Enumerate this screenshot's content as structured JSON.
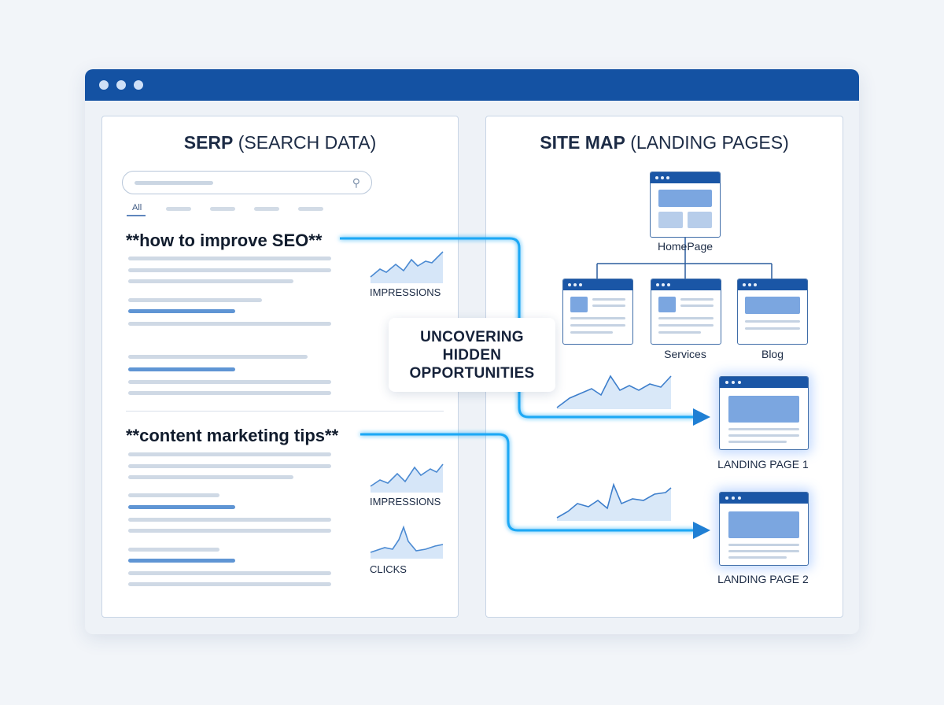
{
  "serp": {
    "title_bold": "SERP",
    "title_rest": " (SEARCH DATA)",
    "tab_all": "All",
    "keywords": [
      {
        "text": "**how to improve SEO**",
        "metrics": [
          "IMPRESSIONS"
        ]
      },
      {
        "text": "**content marketing tips**",
        "metrics": [
          "IMPRESSIONS",
          "CLICKS"
        ]
      }
    ]
  },
  "sitemap": {
    "title_bold": "SITE MAP",
    "title_rest": " (LANDING PAGES)",
    "nodes": {
      "home": "HomePage",
      "services": "Services",
      "blog": "Blog",
      "landing1": "LANDING PAGE 1",
      "landing2": "LANDING PAGE 2"
    }
  },
  "callout": {
    "line1": "UNCOVERING",
    "line2": "HIDDEN",
    "line3": "OPPORTUNITIES"
  },
  "colors": {
    "titlebar": "#1452a3",
    "connector": "#1fa8f5",
    "accent_line": "#5f95d4"
  },
  "icons": [
    "window-dots-icon",
    "search-icon",
    "arrow-right-icon",
    "sparkline-icon",
    "page-icon"
  ]
}
